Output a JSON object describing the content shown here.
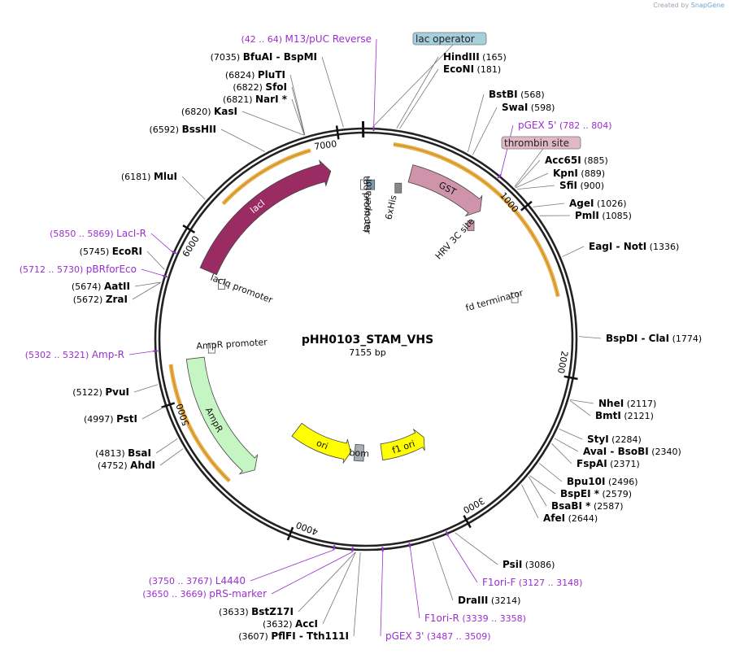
{
  "watermark": {
    "created_by": "Created by",
    "brand": "SnapGene"
  },
  "plasmid": {
    "name": "pHH0103_STAM_VHS",
    "length": "7155 bp"
  },
  "ticks": [
    {
      "label": "1000",
      "bp": 1000
    },
    {
      "label": "2000",
      "bp": 2000
    },
    {
      "label": "3000",
      "bp": 3000
    },
    {
      "label": "4000",
      "bp": 4000
    },
    {
      "label": "5000",
      "bp": 5000
    },
    {
      "label": "6000",
      "bp": 6000
    },
    {
      "label": "7000",
      "bp": 7000
    }
  ],
  "features": [
    {
      "name": "lacI",
      "start": 5830,
      "end": 6920,
      "strand": 1,
      "ring": "inner",
      "color": "#9b2c63",
      "labelAlong": true
    },
    {
      "name": "GST",
      "start": 300,
      "end": 830,
      "strand": 1,
      "ring": "inner",
      "color": "#cf94aa",
      "labelAlong": true
    },
    {
      "name": "AmpR",
      "start": 4380,
      "end": 5240,
      "strand": -1,
      "ring": "inner",
      "color": "#c5f5c2"
    },
    {
      "name": "ori",
      "start": 3730,
      "end": 4320,
      "strand": -1,
      "ring": "mid",
      "color": "#ffff00",
      "labelAlong": true
    },
    {
      "name": "f1 ori",
      "start": 2970,
      "end": 3420,
      "strand": -1,
      "ring": "mid",
      "color": "#ffff00",
      "labelAlong": true
    },
    {
      "name": "bom",
      "start": 3600,
      "end": 3690,
      "strand": 0,
      "ring": "mid",
      "color": "#a7adb4"
    }
  ],
  "small_features": [
    {
      "name": "tac promoter",
      "pos": 7140,
      "color": "#ffffff"
    },
    {
      "name": "lac operator",
      "pos": 40,
      "color": "#7a9cb0"
    },
    {
      "name": "6xHis",
      "pos": 240,
      "color": "#888888"
    },
    {
      "name": "HRV 3C site",
      "pos": 850,
      "color": "#cf94aa"
    },
    {
      "name": "fd terminator",
      "pos": 1480,
      "color": "#ffffff"
    },
    {
      "name": "lacIq promoter",
      "pos": 5780,
      "color": "#ffffff"
    },
    {
      "name": "AmpR promoter",
      "pos": 5300,
      "color": "#ffffff"
    }
  ],
  "orange_arcs": [
    {
      "start": 160,
      "end": 1540,
      "strand": 1
    },
    {
      "start": 6230,
      "end": 6830,
      "strand": 1
    },
    {
      "start": 4450,
      "end": 5220,
      "strand": -1
    }
  ],
  "labels": [
    {
      "name": "M13/pUC Reverse",
      "coord": "(42 .. 64)",
      "color": "purple"
    },
    {
      "name": "lac operator",
      "coord": "",
      "color": "box-blue"
    },
    {
      "name": "BfuAI",
      "name2": "BspMI",
      "coord": "(7035)",
      "color": "black"
    },
    {
      "name": "HindIII",
      "coord": "(165)",
      "color": "black"
    },
    {
      "name": "EcoNI",
      "coord": "(181)",
      "color": "black"
    },
    {
      "name": "PluTI",
      "coord": "(6824)",
      "color": "black"
    },
    {
      "name": "SfoI",
      "coord": "(6822)",
      "color": "black"
    },
    {
      "name": "NarI *",
      "coord": "(6821)",
      "color": "black"
    },
    {
      "name": "KasI",
      "coord": "(6820)",
      "color": "black"
    },
    {
      "name": "BstBI",
      "coord": "(568)",
      "color": "black"
    },
    {
      "name": "SwaI",
      "coord": "(598)",
      "color": "black"
    },
    {
      "name": "pGEX 5'",
      "coord": "(782 .. 804)",
      "color": "purple"
    },
    {
      "name": "thrombin site",
      "coord": "",
      "color": "box-pink"
    },
    {
      "name": "BssHII",
      "coord": "(6592)",
      "color": "black"
    },
    {
      "name": "Acc65I",
      "coord": "(885)",
      "color": "black"
    },
    {
      "name": "KpnI",
      "coord": "(889)",
      "color": "black"
    },
    {
      "name": "SfiI",
      "coord": "(900)",
      "color": "black"
    },
    {
      "name": "MluI",
      "coord": "(6181)",
      "color": "black"
    },
    {
      "name": "AgeI",
      "coord": "(1026)",
      "color": "black"
    },
    {
      "name": "PmlI",
      "coord": "(1085)",
      "color": "black"
    },
    {
      "name": "LacI-R",
      "coord": "(5850 .. 5869)",
      "color": "purple"
    },
    {
      "name": "EcoRI",
      "coord": "(5745)",
      "color": "black"
    },
    {
      "name": "EagI",
      "name2": "NotI",
      "coord": "(1336)",
      "color": "black"
    },
    {
      "name": "pBRforEco",
      "coord": "(5712 .. 5730)",
      "color": "purple"
    },
    {
      "name": "AatII",
      "coord": "(5674)",
      "color": "black"
    },
    {
      "name": "ZraI",
      "coord": "(5672)",
      "color": "black"
    },
    {
      "name": "BspDI",
      "name2": "ClaI",
      "coord": "(1774)",
      "color": "black"
    },
    {
      "name": "Amp-R",
      "coord": "(5302 .. 5321)",
      "color": "purple"
    },
    {
      "name": "PvuI",
      "coord": "(5122)",
      "color": "black"
    },
    {
      "name": "NheI",
      "coord": "(2117)",
      "color": "black"
    },
    {
      "name": "BmtI",
      "coord": "(2121)",
      "color": "black"
    },
    {
      "name": "PstI",
      "coord": "(4997)",
      "color": "black"
    },
    {
      "name": "StyI",
      "coord": "(2284)",
      "color": "black"
    },
    {
      "name": "AvaI",
      "name2": "BsoBI",
      "coord": "(2340)",
      "color": "black"
    },
    {
      "name": "FspAI",
      "coord": "(2371)",
      "color": "black"
    },
    {
      "name": "BsaI",
      "coord": "(4813)",
      "color": "black"
    },
    {
      "name": "AhdI",
      "coord": "(4752)",
      "color": "black"
    },
    {
      "name": "Bpu10I",
      "coord": "(2496)",
      "color": "black"
    },
    {
      "name": "BspEI *",
      "coord": "(2579)",
      "color": "black"
    },
    {
      "name": "BsaBI *",
      "coord": "(2587)",
      "color": "black"
    },
    {
      "name": "AfeI",
      "coord": "(2644)",
      "color": "black"
    },
    {
      "name": "PsiI",
      "coord": "(3086)",
      "color": "black"
    },
    {
      "name": "F1ori-F",
      "coord": "(3127 .. 3148)",
      "color": "purple"
    },
    {
      "name": "L4440",
      "coord": "(3750 .. 3767)",
      "color": "purple"
    },
    {
      "name": "pRS-marker",
      "coord": "(3650 .. 3669)",
      "color": "purple"
    },
    {
      "name": "DraIII",
      "coord": "(3214)",
      "color": "black"
    },
    {
      "name": "BstZ17I",
      "coord": "(3633)",
      "color": "black"
    },
    {
      "name": "F1ori-R",
      "coord": "(3339 .. 3358)",
      "color": "purple"
    },
    {
      "name": "AccI",
      "coord": "(3632)",
      "color": "black"
    },
    {
      "name": "PflFI",
      "name2": "Tth111I",
      "coord": "(3607)",
      "color": "black"
    },
    {
      "name": "pGEX 3'",
      "coord": "(3487 .. 3509)",
      "color": "purple"
    }
  ],
  "colors": {
    "purple": "#9a2fcf",
    "orange": "#e8b04a",
    "black": "#000000"
  }
}
